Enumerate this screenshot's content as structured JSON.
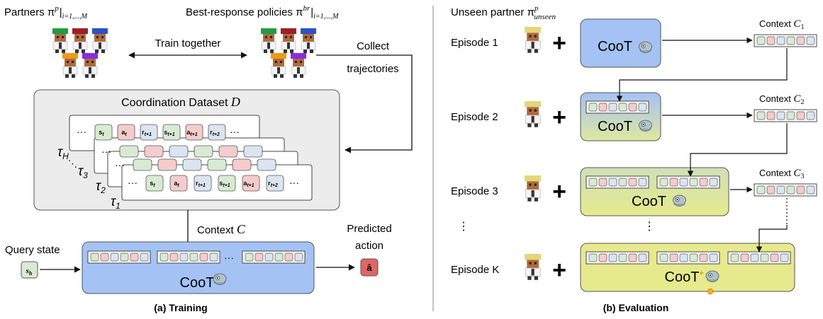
{
  "training": {
    "partners_label": "Partners π",
    "partners_sup": "p",
    "partners_sub": "|",
    "partners_idx": "i",
    "partners_range": "i=1,...,M",
    "br_label": "Best-response policies π",
    "br_sup": "br",
    "br_idx": "i",
    "br_range": "i=1,...,M",
    "train_together": "Train together",
    "collect": "Collect",
    "trajectories": "trajectories",
    "dataset_title": "Coordination Dataset",
    "dataset_symbol": "D",
    "traj_labels": [
      "τ",
      "τ",
      "τ",
      "τ"
    ],
    "traj_subs": [
      "H",
      "3",
      "2",
      "1"
    ],
    "context_label": "Context",
    "context_symbol": "C",
    "query_state": "Query state",
    "query_token": "s",
    "query_token_sub": "h",
    "predicted": "Predicted",
    "action": "action",
    "predicted_token": "â",
    "model_name": "CooT",
    "ellipsis": "···",
    "caption": "(a) Training",
    "back_tokens": [
      "s",
      "a",
      "r",
      "s",
      "a",
      "r"
    ],
    "back_subs": [
      "t",
      "t",
      "t+1",
      "t+1",
      "t+1",
      "t+2"
    ],
    "front_tokens": [
      "s",
      "a",
      "r",
      "s",
      "a",
      "r"
    ],
    "front_subs": [
      "t",
      "t",
      "t+1",
      "t+1",
      "t+1",
      "t+2"
    ]
  },
  "evaluation": {
    "unseen_label": "Unseen partner π",
    "unseen_sup": "p",
    "unseen_sub": "unseen",
    "episodes": [
      "Episode 1",
      "Episode 2",
      "Episode 3",
      "Episode K"
    ],
    "contexts": [
      "Context",
      "Context",
      "Context"
    ],
    "context_subs": [
      "1",
      "2",
      "3"
    ],
    "plus": "+",
    "model_name": "CooT",
    "vdots": "⋮",
    "caption": "(b) Evaluation"
  },
  "colors": {
    "s_token": "#d9ead3",
    "a_token": "#f4cccc",
    "r_token": "#dbe5f1",
    "model_blue": "#a4c2f4",
    "model_green": "#e6ea8c",
    "dataset_bg": "#ececec",
    "predicted": "#e06666"
  }
}
